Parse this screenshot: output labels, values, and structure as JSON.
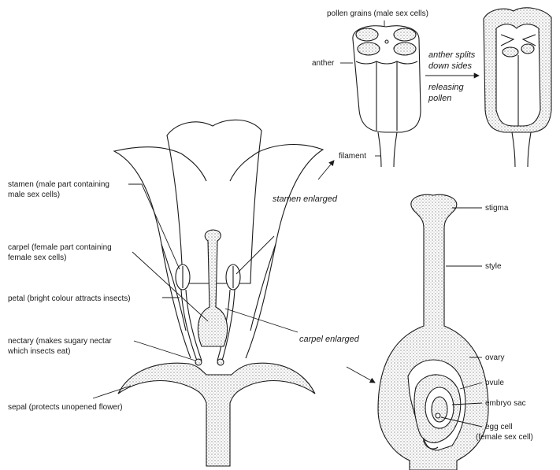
{
  "flower_labels": {
    "stamen_1": "stamen (male part containing",
    "stamen_2": "male sex cells)",
    "carpel_1": "carpel (female part containing",
    "carpel_2": "female sex cells)",
    "petal": "petal (bright colour attracts insects)",
    "nectary_1": "nectary (makes sugary nectar",
    "nectary_2": "which insects eat)",
    "sepal": "sepal (protects unopened flower)"
  },
  "stamen_labels": {
    "pollen_grains": "pollen grains (male sex cells)",
    "anther": "anther",
    "filament": "filament",
    "splits_1": "anther splits",
    "splits_2": "down sides",
    "releasing_1": "releasing",
    "releasing_2": "pollen"
  },
  "carpel_labels": {
    "stigma": "stigma",
    "style": "style",
    "ovary": "ovary",
    "ovule": "ovule",
    "embryo_sac": "embryo sac",
    "egg_cell_1": "egg cell",
    "egg_cell_2": "(female sex cell)"
  },
  "arrow_labels": {
    "stamen_enlarged": "stamen enlarged",
    "carpel_enlarged": "carpel enlarged"
  },
  "colors": {
    "line": "#1a1a1a",
    "stipple": "#b8b8b8",
    "background": "#ffffff"
  }
}
